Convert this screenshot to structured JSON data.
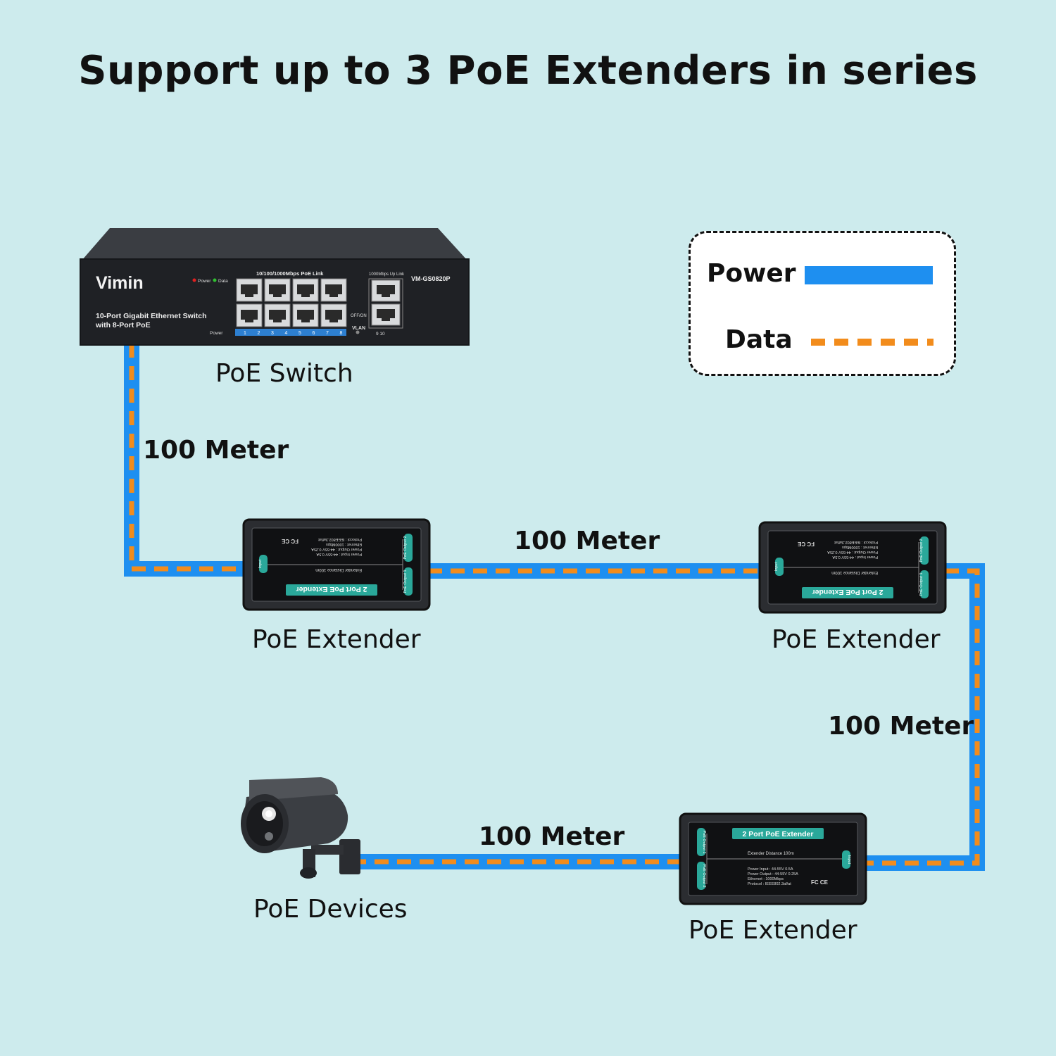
{
  "title": "Support up to 3 PoE Extenders in series",
  "colors": {
    "power": "#1e8ff0",
    "data": "#f28c1c",
    "background": "#cdebed"
  },
  "legend": {
    "power_label": "Power",
    "data_label": "Data"
  },
  "segments": {
    "seg1": "100 Meter",
    "seg2": "100 Meter",
    "seg3": "100 Meter",
    "seg4": "100 Meter"
  },
  "labels": {
    "switch": "PoE Switch",
    "extender1": "PoE Extender",
    "extender2": "PoE Extender",
    "extender3": "PoE Extender",
    "devices": "PoE Devices"
  },
  "switch": {
    "brand": "Vimin",
    "model": "VM-GS0820P",
    "desc1": "10-Port Gigabit Ethernet Switch",
    "desc2": "with 8-Port PoE",
    "poe_link": "10/100/1000Mbps PoE Link",
    "uplink": "1000Mbps Up Link",
    "power_led": "Power",
    "data_led": "Data",
    "power_label": "Power",
    "vlan": "VLAN",
    "offon": "OFF/ON",
    "port_numbers": [
      "1",
      "2",
      "3",
      "4",
      "5",
      "6",
      "7",
      "8"
    ],
    "uplink_numbers": "9  10"
  },
  "extender": {
    "name": "2 Port PoE Extender",
    "distance": "Extender Distance 100m",
    "power_input": "Power Input : 44-55V 0.5A",
    "power_output": "Power Output : 44-55V 0.25A",
    "ethernet": "Ethernet : 1000Mbps",
    "protocol": "Protocol : IEEE802.3af/at",
    "input_label": "Input",
    "output1_label": "PoE Output 1",
    "output2_label": "PoE Output 2",
    "cert": "FC CE"
  }
}
